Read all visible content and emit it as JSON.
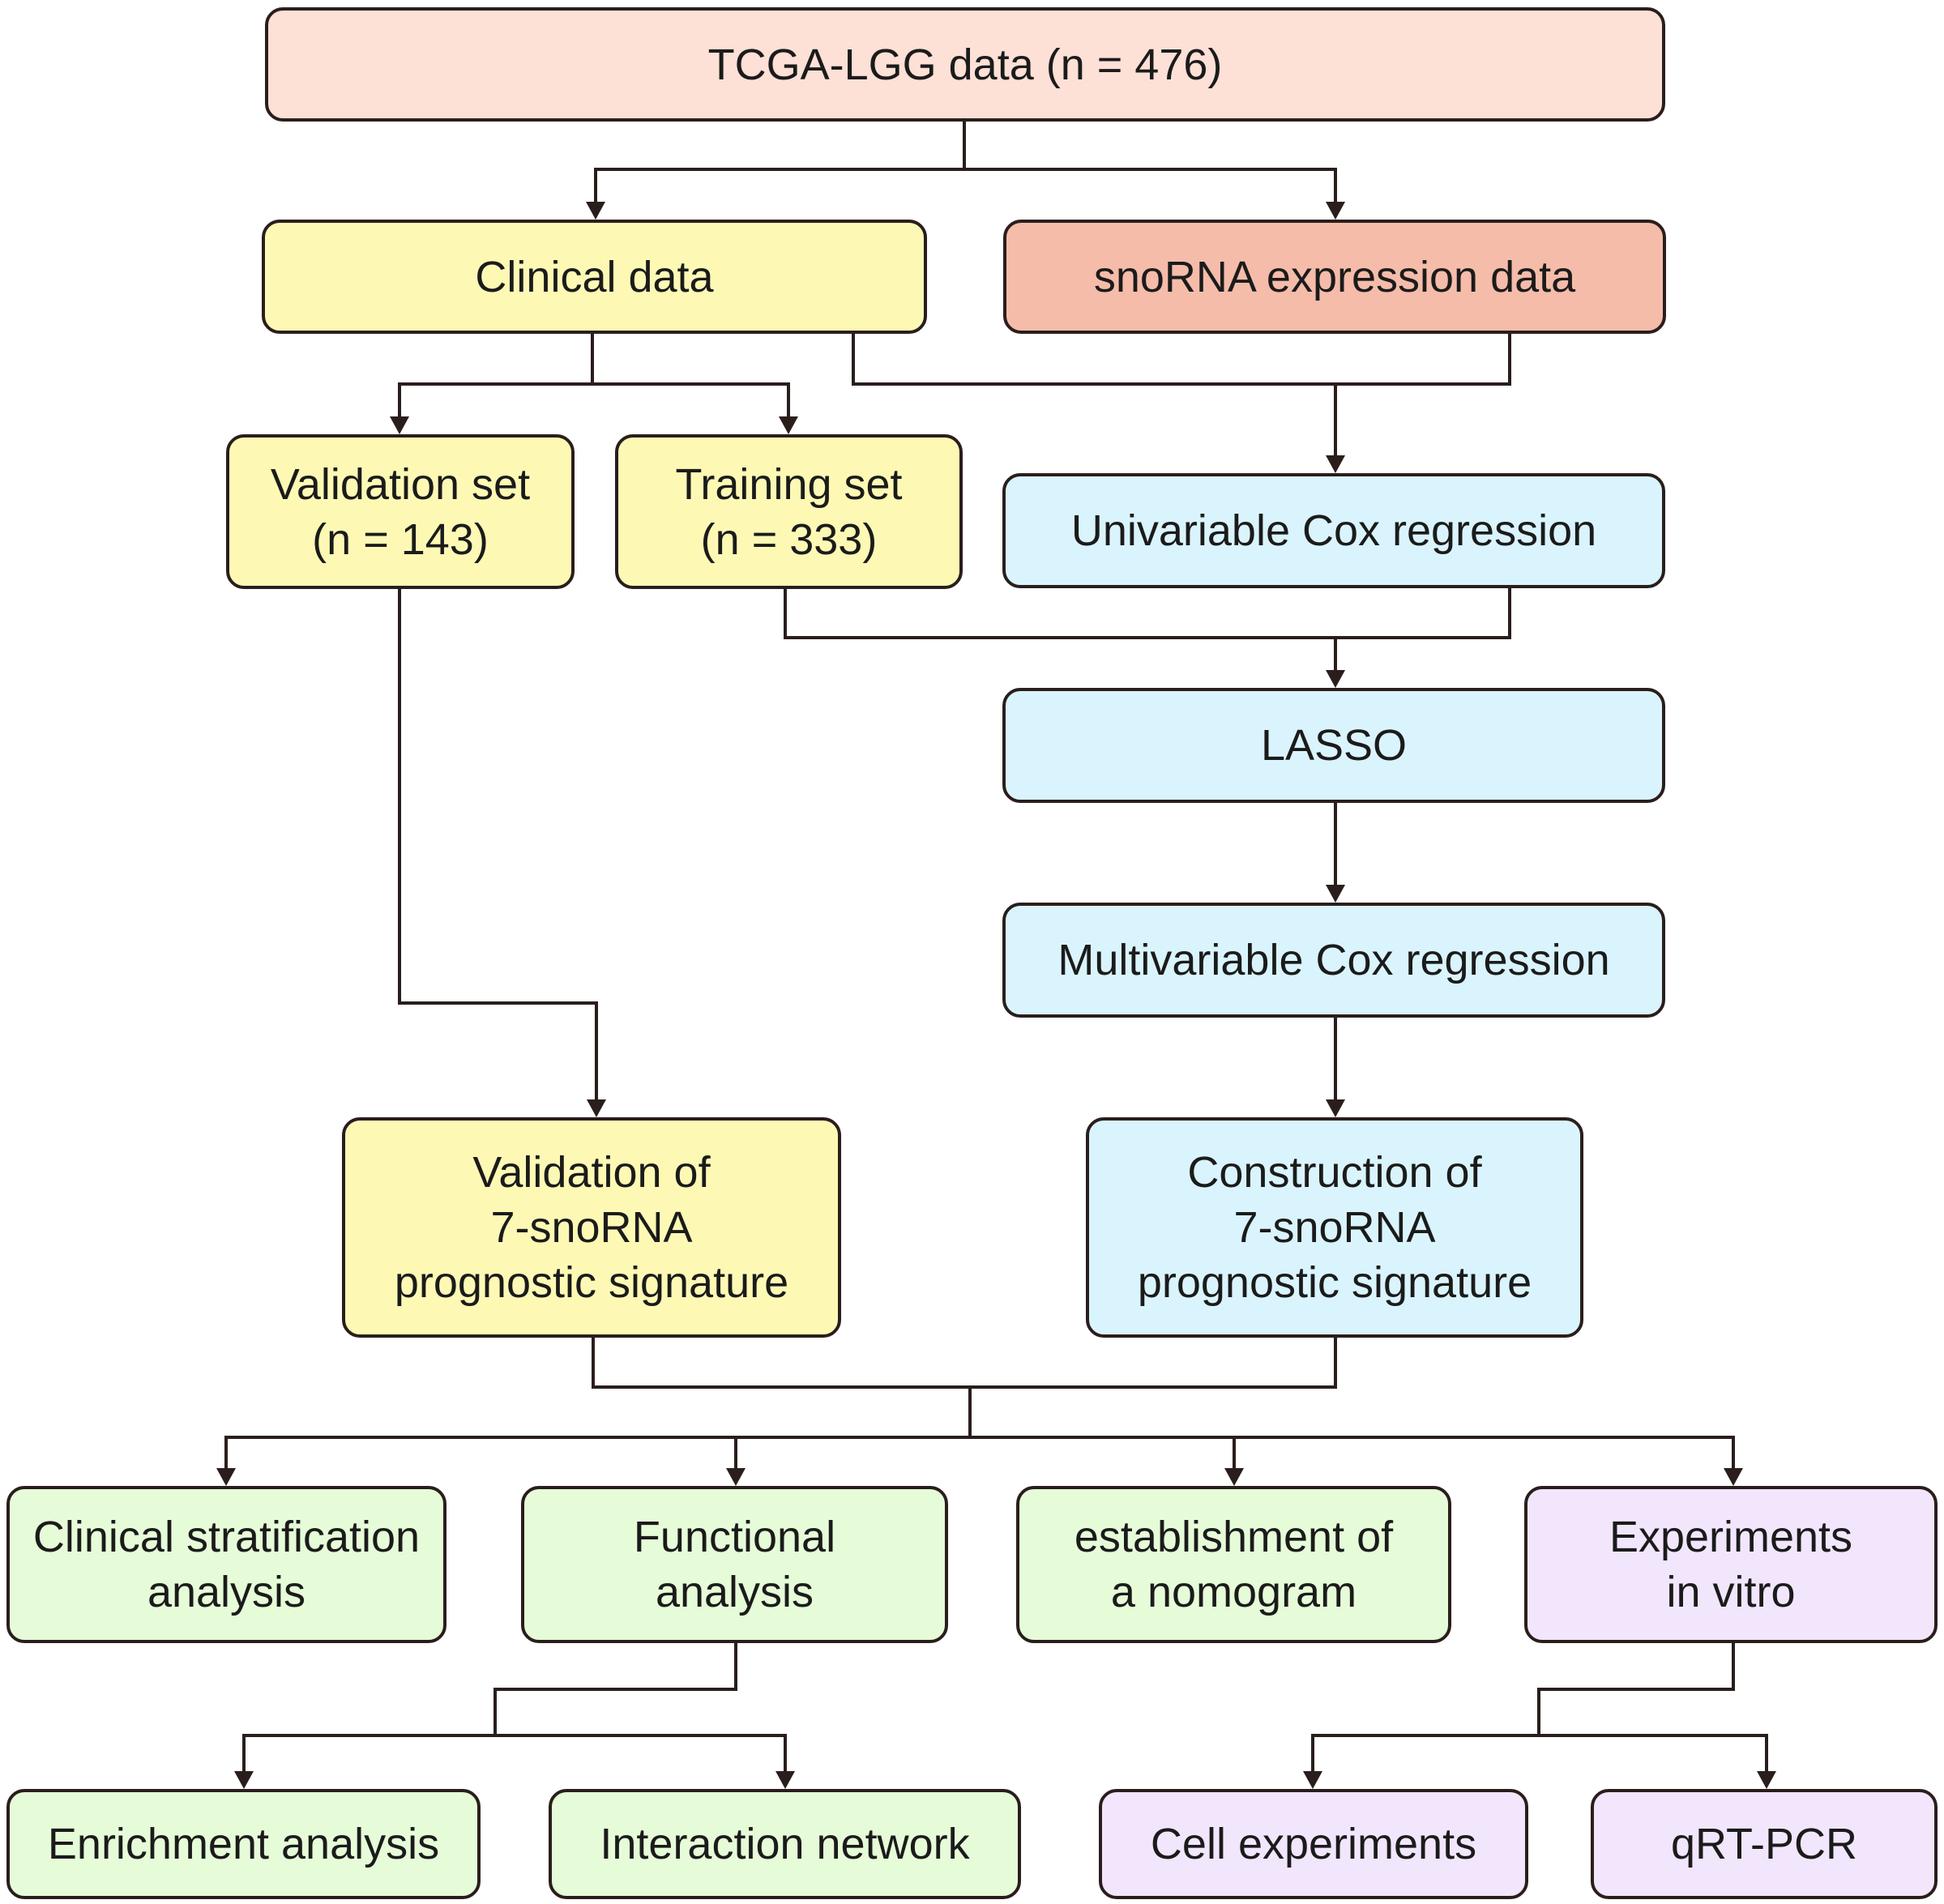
{
  "colors": {
    "pink": "#fde0d6",
    "yellow": "#fdf9b5",
    "salmon": "#f5bcaa",
    "blue": "#daf4fd",
    "green": "#e6fcd8",
    "purple": "#f2e6fd",
    "line": "#2a1e1c"
  },
  "nodes": {
    "tcga": [
      "TCGA-LGG data (n = 476)"
    ],
    "clinical": [
      "Clinical data"
    ],
    "snorna": [
      "snoRNA expression data"
    ],
    "validation_set": [
      "Validation set",
      "(n = 143)"
    ],
    "training_set": [
      "Training set",
      "(n = 333)"
    ],
    "univariable": [
      "Univariable Cox regression"
    ],
    "lasso": [
      "LASSO"
    ],
    "multivariable": [
      "Multivariable Cox regression"
    ],
    "validation_sig": [
      "Validation of",
      "7-snoRNA",
      "prognostic signature"
    ],
    "construction_sig": [
      "Construction of",
      "7-snoRNA",
      "prognostic signature"
    ],
    "clinical_strat": [
      "Clinical stratification",
      "analysis"
    ],
    "functional": [
      "Functional",
      "analysis"
    ],
    "nomogram": [
      "establishment of",
      "a nomogram"
    ],
    "experiments": [
      "Experiments",
      "in vitro"
    ],
    "enrichment": [
      "Enrichment analysis"
    ],
    "interaction": [
      "Interaction network"
    ],
    "cell_exp": [
      "Cell experiments"
    ],
    "qrtpcr": [
      "qRT-PCR"
    ]
  }
}
